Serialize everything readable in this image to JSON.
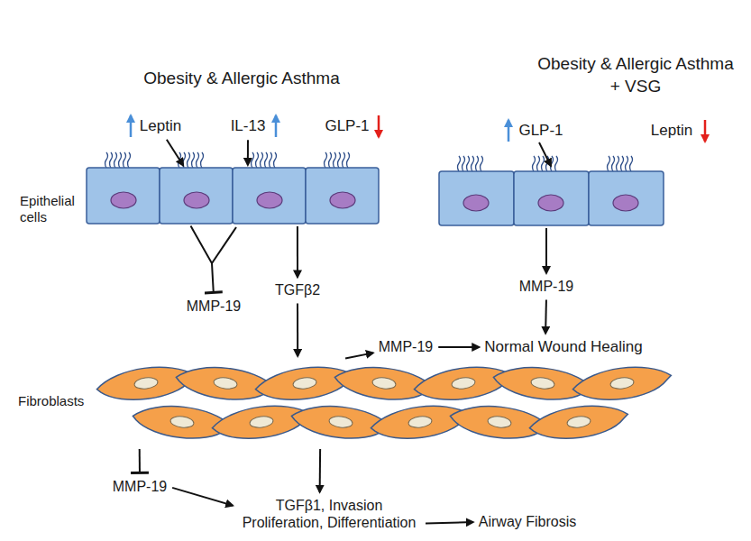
{
  "diagram": {
    "nodes": [
      {
        "text": [
          "Leptin"
        ]
      },
      {
        "text": [
          "IL-13"
        ]
      },
      {
        "text": [
          "GLP-1"
        ]
      },
      {
        "text": [
          "Epithelial cells"
        ]
      },
      {
        "text": [
          "MMP-19"
        ]
      },
      {
        "text": [
          "TGFβ2"
        ]
      },
      {
        "text": [
          "GLP-1"
        ]
      },
      {
        "text": [
          "Leptin"
        ]
      },
      {
        "text": [
          "MMP-19"
        ]
      },
      {
        "text": [
          "MMP-19"
        ]
      },
      {
        "text": [
          "Normal Wound Healing"
        ]
      },
      {
        "text": [
          "Fibroblasts"
        ]
      },
      {
        "text": [
          "MMP-19"
        ]
      },
      {
        "text": [
          "TGFβ1, Invasion Proliferation, Differentiation"
        ]
      },
      {
        "text": [
          "Airway Fibrosis"
        ]
      }
    ],
    "edges": [
      {
        "from": 0,
        "to": 3,
        "arrow": "to"
      },
      {
        "from": 1,
        "to": 3,
        "arrow": "to"
      },
      {
        "from": 3,
        "to": 4,
        "arrow": "to"
      },
      {
        "from": 3,
        "to": 5,
        "arrow": "to"
      },
      {
        "from": 5,
        "to": 11,
        "arrow": "to"
      },
      {
        "from": 8,
        "to": 10,
        "arrow": "to"
      },
      {
        "from": 11,
        "to": 9,
        "arrow": "to"
      },
      {
        "from": 9,
        "to": 10,
        "arrow": "to"
      },
      {
        "from": 11,
        "to": 12,
        "arrow": "to"
      },
      {
        "from": 12,
        "to": 13,
        "arrow": "to"
      },
      {
        "from": 11,
        "to": 13,
        "arrow": "to"
      },
      {
        "from": 13,
        "to": 14,
        "arrow": "to"
      }
    ],
    "labels": [
      "Obesity & Allergic Asthma",
      "Obesity & Allergic Asthma + VSG"
    ]
  }
}
